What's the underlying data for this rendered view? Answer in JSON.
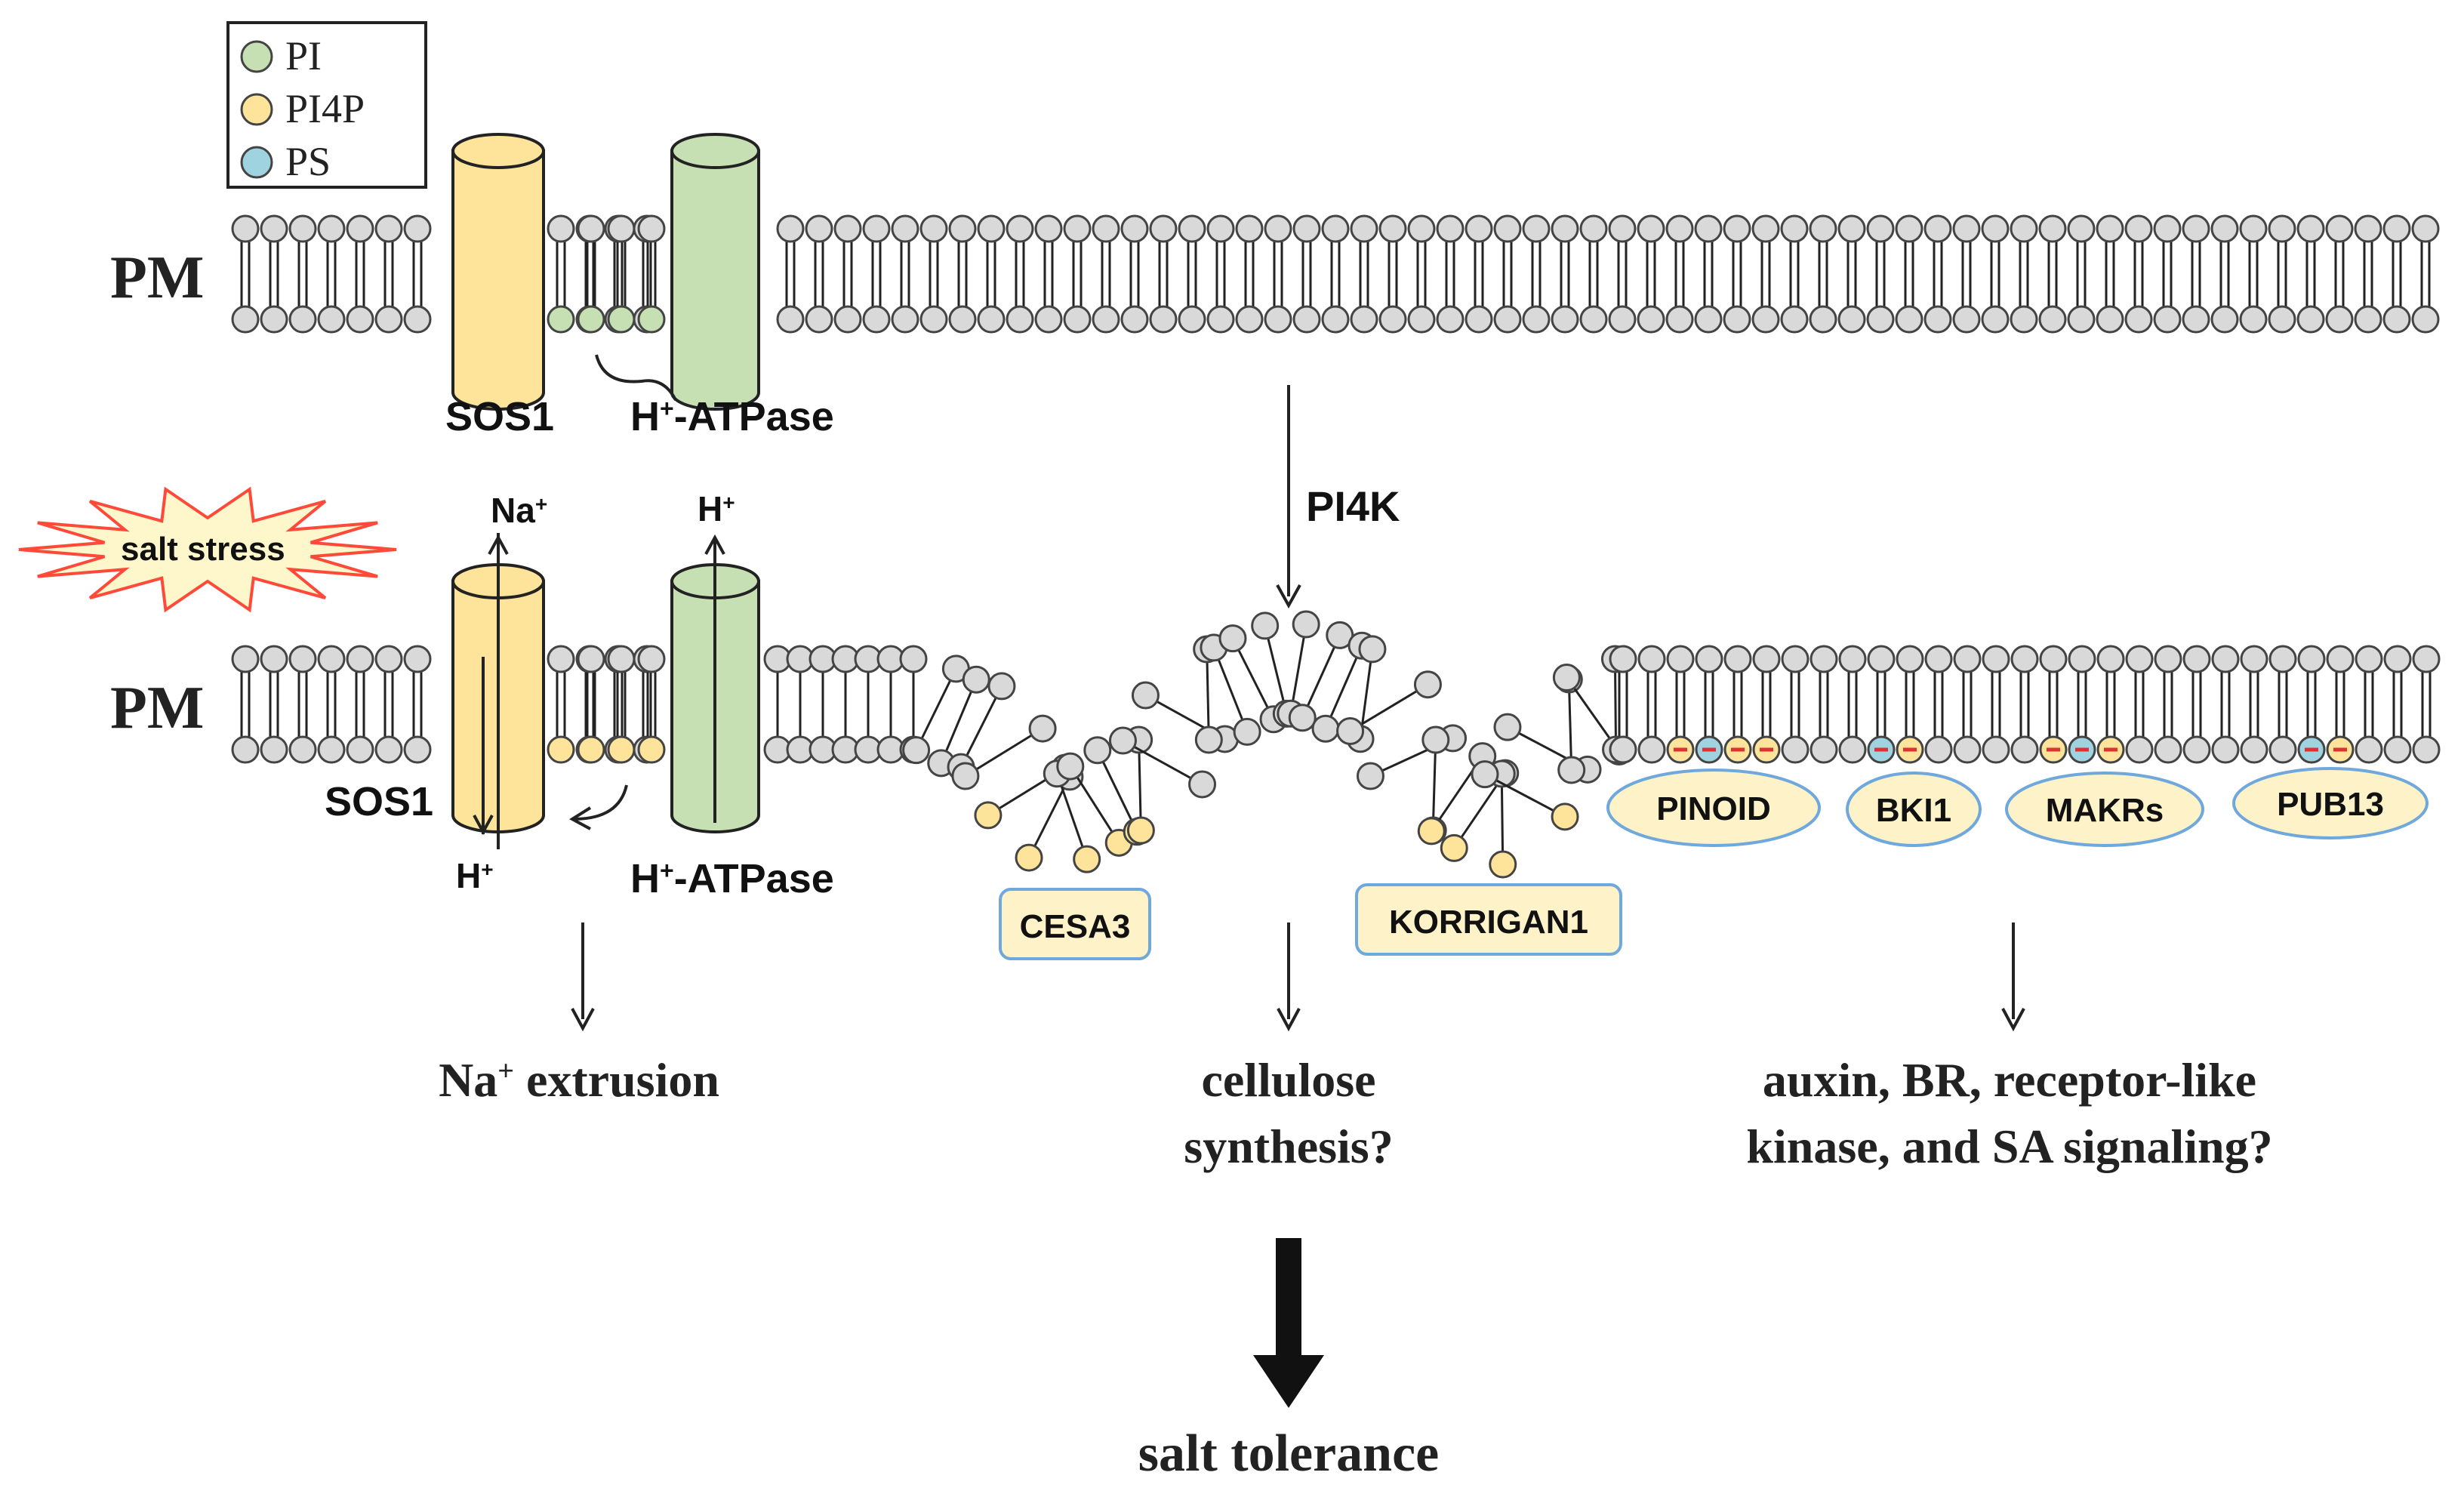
{
  "legend": {
    "items": [
      {
        "label": "PI",
        "color": "#c6e0b4"
      },
      {
        "label": "PI4P",
        "color": "#fde49a"
      },
      {
        "label": "PS",
        "color": "#9fd3e0"
      }
    ]
  },
  "membrane_label": "PM",
  "top_panel": {
    "sos1_label": "SOS1",
    "atpase_label_prefix": "H",
    "atpase_label_sup": "+",
    "atpase_label_suffix": "-ATPase"
  },
  "pi4k_label": "PI4K",
  "bottom_panel": {
    "salt_stress_label": "salt stress",
    "na_label": "Na",
    "na_sup": "+",
    "h_label": "H",
    "h_sup": "+",
    "sos1_label": "SOS1",
    "atpase_label_prefix": "H",
    "atpase_label_sup": "+",
    "atpase_label_suffix": "-ATPase",
    "cesa3_label": "CESA3",
    "korrigan1_label": "KORRIGAN1",
    "proteins": [
      "PINOID",
      "BKI1",
      "MAKRs",
      "PUB13"
    ]
  },
  "outcomes": {
    "na_extrusion_prefix": "Na",
    "na_extrusion_sup": "+",
    "na_extrusion_suffix": " extrusion",
    "cellulose_line1": "cellulose",
    "cellulose_line2": "synthesis?",
    "signaling_line1": "auxin, BR, receptor-like",
    "signaling_line2": "kinase, and SA signaling?",
    "final": "salt tolerance"
  },
  "colors": {
    "pi": "#c6e0b4",
    "pi4p": "#fde49a",
    "ps": "#9fd3e0",
    "lipid_head": "#d9d9d9",
    "sos1": "#fde49a",
    "atpase": "#c6e0b4",
    "protein_fill": "#fdf2c8",
    "protein_border": "#6fa8dc",
    "star_outline": "#ff4a3a",
    "star_fill": "#fff7cc",
    "charge_red": "#e03030"
  }
}
